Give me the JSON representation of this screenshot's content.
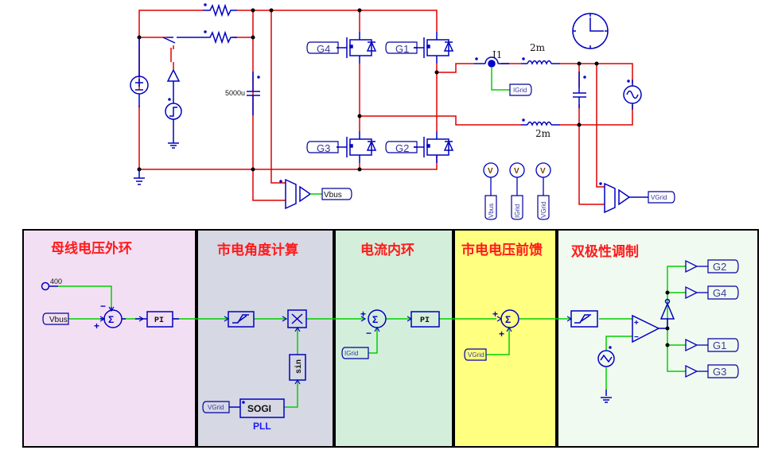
{
  "colors": {
    "power_wire": "#e00000",
    "component": "#0000c0",
    "signal_wire": "#00d000",
    "title_red": "#ff1a1a"
  },
  "power_stage": {
    "capacitor_value": "5000u",
    "inductor_top_value": "2m",
    "inductor_bottom_value": "2m",
    "current_sensor_label": "I1",
    "gate_labels": [
      "G4",
      "G1",
      "G3",
      "G2"
    ],
    "current_label": "IGrid",
    "vbus_label": "Vbus",
    "vgrid_label": "VGrid",
    "voltmeters": [
      {
        "symbol": "V",
        "label": "Vbus"
      },
      {
        "symbol": "V",
        "label": "IGrid"
      },
      {
        "symbol": "V",
        "label": "VGrid"
      }
    ]
  },
  "panels": [
    {
      "title": "母线电压外环",
      "bg": "#f3dff3"
    },
    {
      "title": "市电角度计算",
      "bg": "#d6d8e4"
    },
    {
      "title": "电流内环",
      "bg": "#d4eedc"
    },
    {
      "title": "市电电压前馈",
      "bg": "#ffff80"
    },
    {
      "title": "双极性调制",
      "bg": "#f1faf0"
    }
  ],
  "control": {
    "voltage_ref": "400",
    "vbus_input": "Vbus",
    "pi1": "PI",
    "pi2": "PI",
    "sin_label": "sin",
    "sogi_label": "SOGI",
    "pll_label": "PLL",
    "vgrid_input_pll": "VGrid",
    "igrid_input": "IGrid",
    "vgrid_input_ff": "VGrid",
    "outputs": [
      "G2",
      "G4",
      "G1",
      "G3"
    ],
    "sum_symbol": "Σ",
    "plus": "+",
    "minus": "−"
  }
}
